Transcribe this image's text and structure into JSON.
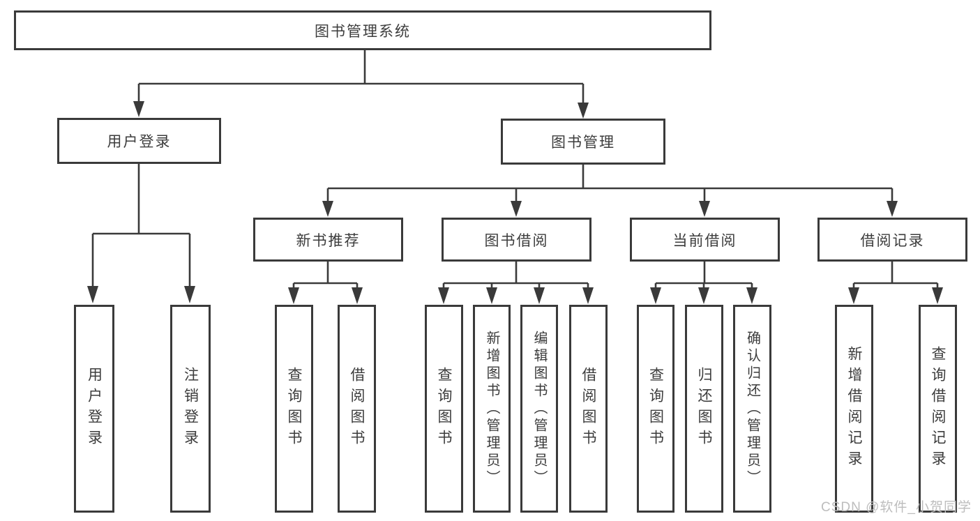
{
  "diagram": {
    "root": {
      "label": "图书管理系统"
    },
    "branches": [
      {
        "label": "用户登录",
        "children": [
          {
            "label": "用户登录"
          },
          {
            "label": "注销登录"
          }
        ]
      },
      {
        "label": "图书管理",
        "children": [
          {
            "label": "新书推荐",
            "children": [
              {
                "label": "查询图书"
              },
              {
                "label": "借阅图书"
              }
            ]
          },
          {
            "label": "图书借阅",
            "children": [
              {
                "label": "查询图书"
              },
              {
                "label": "新增图书（管理员）"
              },
              {
                "label": "编辑图书（管理员）"
              },
              {
                "label": "借阅图书"
              }
            ]
          },
          {
            "label": "当前借阅",
            "children": [
              {
                "label": "查询图书"
              },
              {
                "label": "归还图书"
              },
              {
                "label": "确认归还（管理员）"
              }
            ]
          },
          {
            "label": "借阅记录",
            "children": [
              {
                "label": "新增借阅记录"
              },
              {
                "label": "查询借阅记录"
              }
            ]
          }
        ]
      }
    ]
  },
  "watermark": {
    "text": "CSDN @软件_小贺同学",
    "color": "#bdbdbd"
  },
  "colors": {
    "line": "#3a3a3a",
    "text": "#3c3c3c",
    "background": "#ffffff"
  }
}
